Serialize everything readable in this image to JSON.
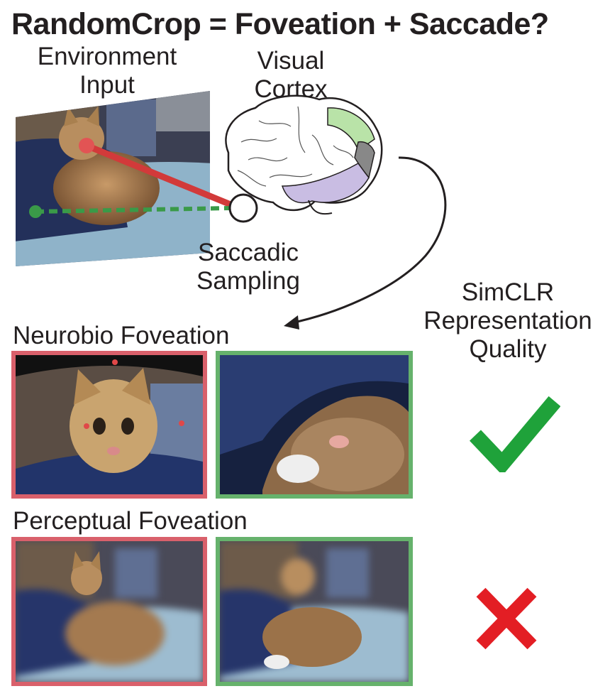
{
  "title": "RandomCrop = Foveation + Saccade?",
  "environment_input_label": [
    "Environment",
    "Input"
  ],
  "visual_cortex_label": [
    "Visual",
    "Cortex"
  ],
  "saccadic_sampling_label": [
    "Saccadic",
    "Sampling"
  ],
  "simclr_label": [
    "SimCLR",
    "Representation",
    "Quality"
  ],
  "neurobio_foveation_label": "Neurobio Foveation",
  "perceptual_foveation_label": "Perceptual Foveation",
  "results": {
    "neurobio": "check-icon",
    "perceptual": "cross-icon"
  },
  "colors": {
    "red_frame": "#d9606b",
    "green_frame": "#66b26c",
    "check": "#1fa23a",
    "cross": "#e31e24",
    "cortex_green": "#b9e3a8",
    "cortex_purple": "#c9bde3"
  }
}
